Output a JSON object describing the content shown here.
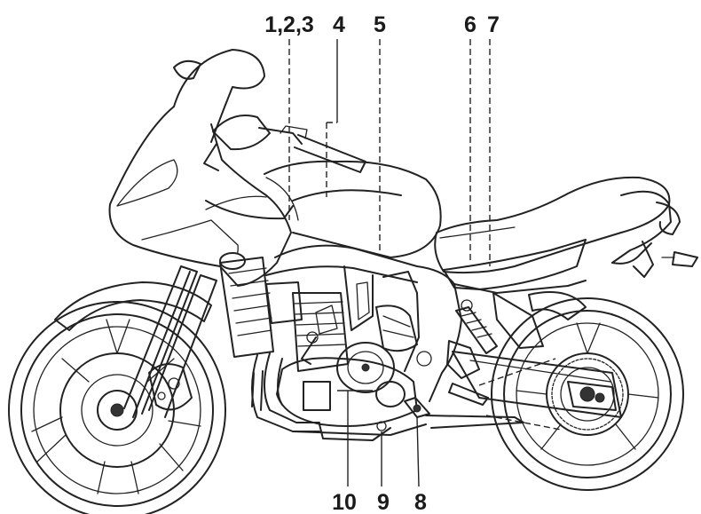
{
  "diagram": {
    "callouts": {
      "c123": "1,2,3",
      "c4": "4",
      "c5": "5",
      "c6": "6",
      "c7": "7",
      "c8": "8",
      "c9": "9",
      "c10": "10"
    }
  }
}
